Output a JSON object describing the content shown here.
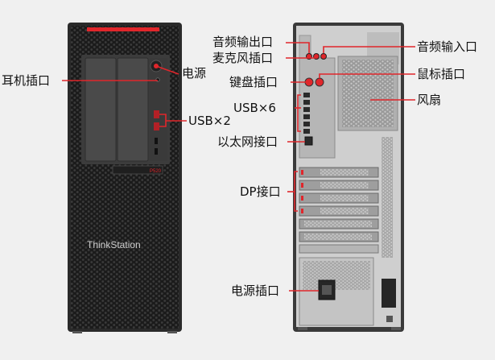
{
  "front": {
    "brand": "ThinkStation",
    "model_mark": "P520",
    "labels": {
      "headphone": "耳机插口",
      "power": "电源",
      "usb_front": "USB×2"
    }
  },
  "rear": {
    "labels": {
      "audio_out": "音频输出口",
      "audio_in": "音频输入口",
      "mic": "麦克风插口",
      "keyboard": "键盘插口",
      "mouse": "鼠标插口",
      "usb_rear": "USB×6",
      "fan": "风扇",
      "ethernet": "以太网接口",
      "dp": "DP接口",
      "power_socket": "电源插口"
    }
  },
  "colors": {
    "accent": "#e0262b",
    "case": "#2a2a2a",
    "background": "#f0f0f0"
  }
}
